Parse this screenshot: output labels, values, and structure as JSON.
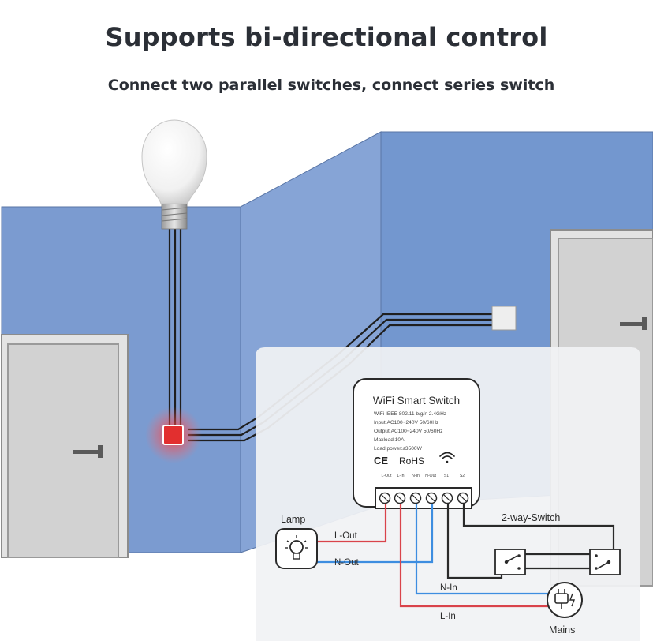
{
  "heading": {
    "title": "Supports bi-directional control",
    "subtitle": "Connect two parallel switches, connect series switch"
  },
  "device": {
    "name": "WiFi Smart Switch",
    "specs": [
      "WiFi IEEE 802.11 b/g/n 2.4GHz",
      "Input:AC100~240V 50/60Hz",
      "Output:AC100~240V 50/60Hz",
      "Maxload:10A",
      "Load power:≤3500W"
    ],
    "cert_ce": "CE",
    "cert_rohs": "RoHS",
    "terminals": [
      "L-Out",
      "L-In",
      "N-In",
      "N-Out",
      "S1",
      "S2"
    ]
  },
  "wiring": {
    "lamp_label": "Lamp",
    "l_out": "L-Out",
    "n_out": "N-Out",
    "n_in": "N-In",
    "l_in": "L-In",
    "two_way_switch": "2-way-Switch",
    "mains_label": "Mains"
  },
  "colors": {
    "wall": "#7b9bd0",
    "wall_right": "#6f90c8",
    "door": "#d7d7d7",
    "panel": "#eef0f2",
    "live_wire": "#d9434a",
    "neutral_wire": "#3d8de0",
    "switch_wire": "#2a2a2a",
    "text_dark": "#2b2f36"
  },
  "icons": [
    "bulb-icon",
    "lamp-icon",
    "wifi-icon",
    "plug-icon",
    "switch-icon"
  ]
}
